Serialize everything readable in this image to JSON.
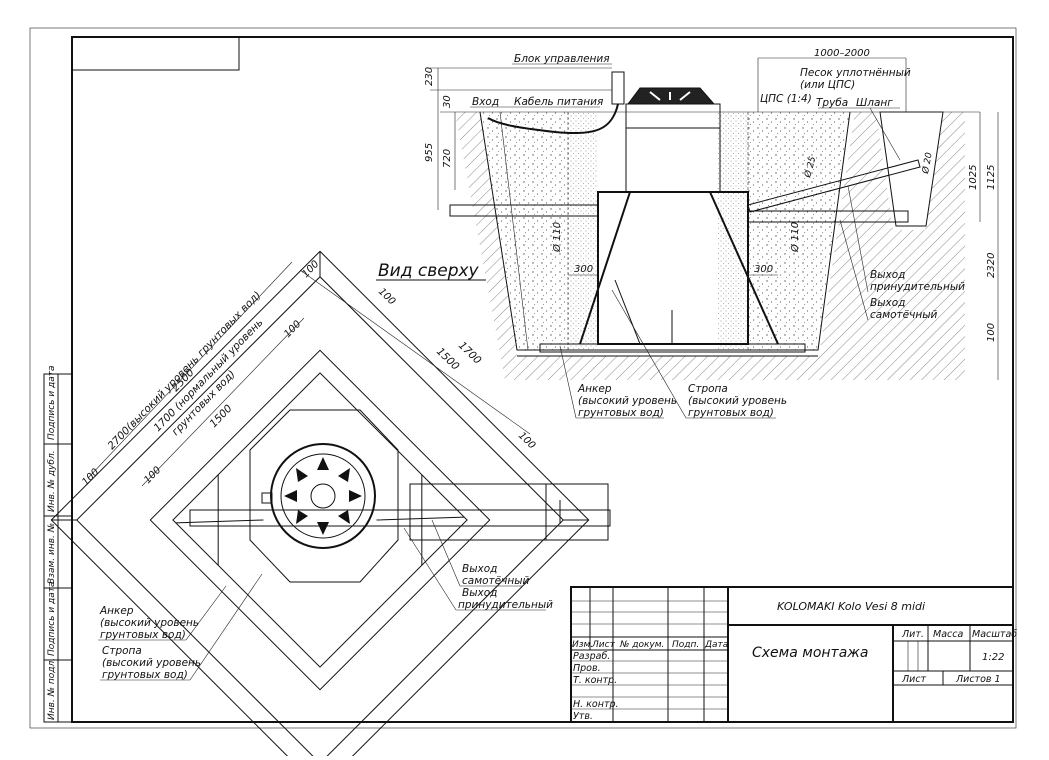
{
  "title_block": {
    "product": "KOLOMAKI Kolo Vesi 8 midi",
    "drawing_title": "Схема монтажа",
    "scale": "1:22",
    "sheet": "Лист",
    "sheets_total": "Листов 1",
    "col_lit": "Лит.",
    "col_mass": "Масса",
    "col_scale": "Масштаб",
    "row_header": [
      "Изм.",
      "Лист",
      "№ докум.",
      "Подп.",
      "Дата"
    ],
    "roles": [
      "Разраб.",
      "Пров.",
      "Т. контр.",
      "",
      "Н. контр.",
      "Утв."
    ]
  },
  "side_stamp": [
    "Подпись и дата",
    "Инв. № дубл.",
    "Взам. инв. №",
    "Подпись и дата",
    "Инв. № подл."
  ],
  "section_view": {
    "labels": {
      "control_unit": "Блок управления",
      "inlet": "Вход",
      "power_cable": "Кабель питания",
      "sand": "Песок уплотнённый",
      "sand2": "(или ЦПС)",
      "cps": "ЦПС (1:4)",
      "pipe": "Труба",
      "hose": "Шланг",
      "forced_outlet_1": "Выход",
      "forced_outlet_2": "принудительный",
      "gravity_outlet_1": "Выход",
      "gravity_outlet_2": "самотёчный",
      "anchor_1": "Анкер",
      "anchor_2": "(высокий уровень",
      "anchor_3": "грунтовых вод)",
      "sling_1": "Стропа",
      "sling_2": "(высокий уровень",
      "sling_3": "грунтовых вод)"
    },
    "dims": {
      "d1000": "1000–2000",
      "d230": "230",
      "d30": "30",
      "d955": "955",
      "d720": "720",
      "d110a": "Ø 110",
      "d110b": "Ø 110",
      "d300a": "300",
      "d300b": "300",
      "d20": "Ø 20",
      "d25": "Ø 25",
      "d1025": "1025",
      "d1125": "1125",
      "d2320": "2320",
      "d100": "100"
    }
  },
  "plan_view": {
    "title": "Вид сверху",
    "dims": {
      "d2700": "2700(высокий уровень грунтовых вод)",
      "d2500": "2500",
      "d1700n": "1700 (нормальный уровень",
      "d1700n2": "грунтовых вод)",
      "d1500a": "1500",
      "d100a": "100",
      "d100b": "100",
      "d100c": "100",
      "d100d": "100",
      "d100e": "100",
      "d100f": "100",
      "d1500b": "1500",
      "d1700": "1700"
    },
    "labels": {
      "gravity_1": "Выход",
      "gravity_2": "самотёчный",
      "forced_1": "Выход",
      "forced_2": "принудительный",
      "anchor_1": "Анкер",
      "anchor_2": "(высокий уровень",
      "anchor_3": "грунтовых вод)",
      "sling_1": "Стропа",
      "sling_2": "(высокий уровень",
      "sling_3": "грунтовых вод)"
    }
  }
}
